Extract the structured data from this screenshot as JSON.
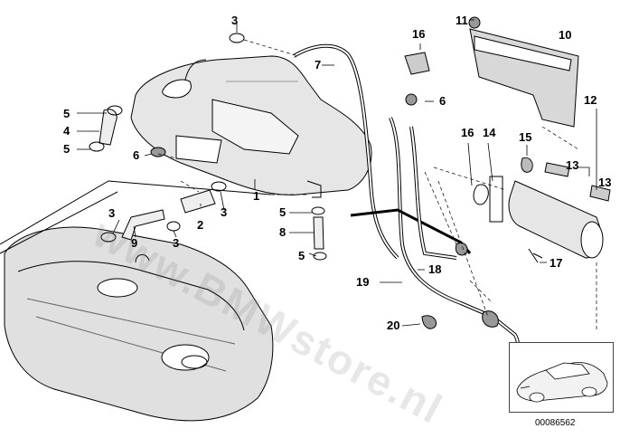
{
  "watermark": "www.BMWstore.nl",
  "drawing_number": "00086562",
  "callouts": {
    "c1": "1",
    "c2": "2",
    "c3a": "3",
    "c3b": "3",
    "c3c": "3",
    "c3d": "3",
    "c4": "4",
    "c5a": "5",
    "c5b": "5",
    "c5c": "5",
    "c5d": "5",
    "c6a": "6",
    "c6b": "6",
    "c7": "7",
    "c8": "8",
    "c9": "9",
    "c10": "10",
    "c11": "11",
    "c12": "12",
    "c13a": "13",
    "c13b": "13",
    "c14": "14",
    "c15": "15",
    "c16a": "16",
    "c16b": "16",
    "c17": "17",
    "c18": "18",
    "c19": "19",
    "c20": "20"
  },
  "colors": {
    "line": "#000000",
    "fill": "#ffffff",
    "shade": "#d8d8d8",
    "dark": "#555555"
  }
}
